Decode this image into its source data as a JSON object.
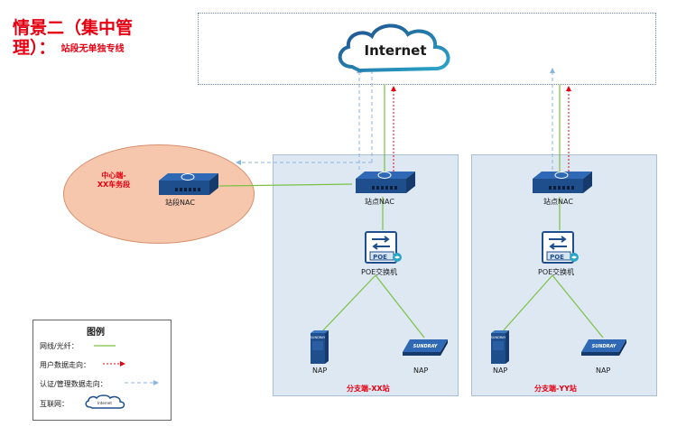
{
  "title": {
    "line1": "情景二（集中管",
    "line2": "理）：",
    "note": "站段无单独专线"
  },
  "internet": {
    "label": "Internet"
  },
  "center": {
    "label_line1": "中心端-",
    "label_line2": "XX车务段",
    "device_label": "站段NAC"
  },
  "branches": [
    {
      "name": "分支端-XX站",
      "nac_label": "站点NAC",
      "switch_label": "POE交换机",
      "switch_badge": "POE",
      "nap_label": "NAP",
      "nap_brand": "SUNDRAY"
    },
    {
      "name": "分支端-YY站",
      "nac_label": "站点NAC",
      "switch_label": "POE交换机",
      "switch_badge": "POE",
      "nap_label": "NAP",
      "nap_brand": "SUNDRAY"
    }
  ],
  "legend": {
    "title": "图例",
    "items": [
      {
        "label": "网线/光纤：",
        "style": "line",
        "color": "#7ac143"
      },
      {
        "label": "用户数据走向：",
        "style": "arrow",
        "color": "#e60012"
      },
      {
        "label": "认证/管理数据走向：",
        "style": "dashed-arrow",
        "color": "#8db3e2"
      },
      {
        "label": "互联网：",
        "style": "cloud-icon",
        "color": "#1f4e8c"
      }
    ],
    "cloud_text": "Internet"
  },
  "colors": {
    "link": "#7ac143",
    "user_data": "#e60012",
    "mgmt_data": "#8db3e2",
    "device": "#1f4e8c",
    "title": "#e60012"
  }
}
